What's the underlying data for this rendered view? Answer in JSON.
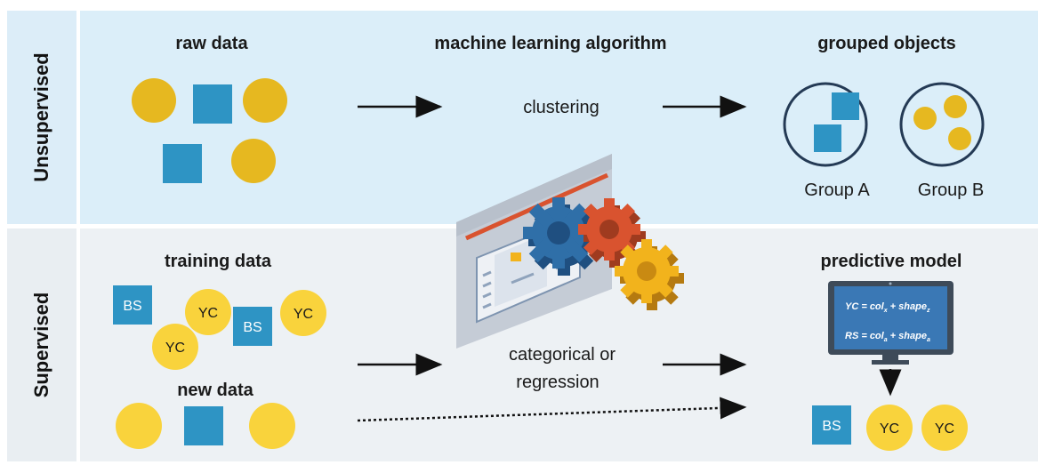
{
  "labels": {
    "unsupervised": "Unsupervised",
    "supervised": "Supervised"
  },
  "top": {
    "raw_data": "raw data",
    "algorithm": "machine learning algorithm",
    "clustering": "clustering",
    "grouped_objects": "grouped objects",
    "group_a": "Group A",
    "group_b": "Group B"
  },
  "bottom": {
    "training_data": "training data",
    "new_data": "new data",
    "method_line1": "categorical or",
    "method_line2": "regression",
    "predictive_model": "predictive model",
    "formula1": "YC = col",
    "formula1_sub1": "x",
    "formula1_mid": " + shape",
    "formula1_sub2": "z",
    "formula2": "RS = col",
    "formula2_sub1": "a",
    "formula2_mid": " + shape",
    "formula2_sub2": "a",
    "bs": "BS",
    "yc": "YC"
  },
  "colors": {
    "circle_gold": "#e6b820",
    "circle_yellow": "#f9d33c",
    "square_blue": "#2e94c4",
    "group_ring": "#243a55",
    "gear_blue": "#2f6fa8",
    "gear_red": "#d9532f",
    "gear_yellow": "#f2b31c"
  }
}
